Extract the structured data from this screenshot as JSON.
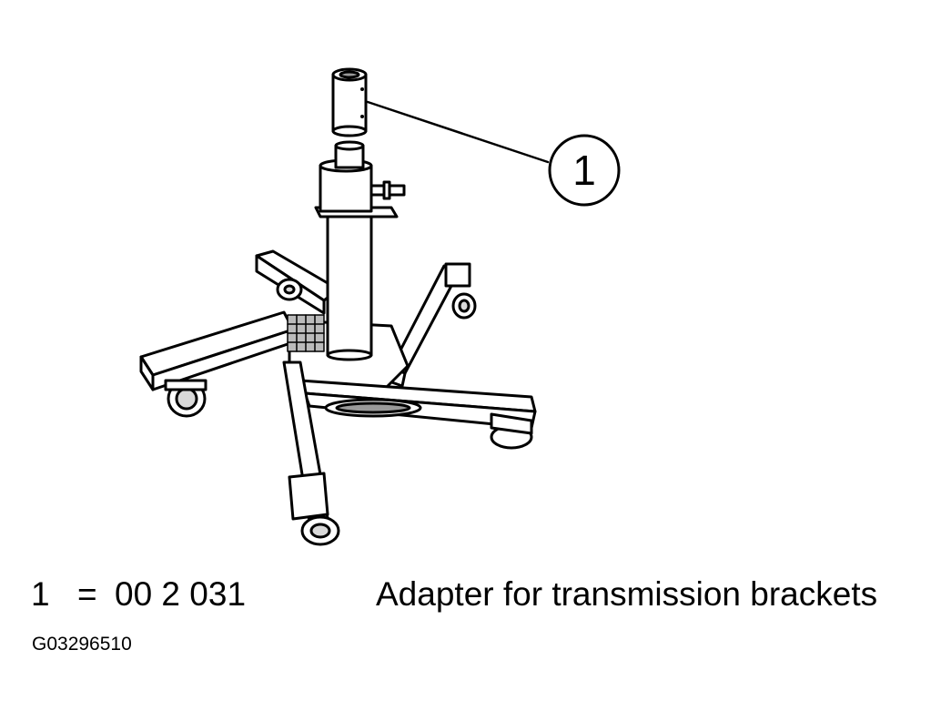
{
  "figure": {
    "callout_number": "1",
    "legend": {
      "callout": "1",
      "equals": "=",
      "part_number": "00 2 031",
      "description": "Adapter for transmission brackets"
    },
    "figure_id": "G03296510"
  },
  "colors": {
    "line": "#000000",
    "fill": "#ffffff",
    "shade": "#9a9a9a",
    "light_shade": "#d9d9d9"
  }
}
